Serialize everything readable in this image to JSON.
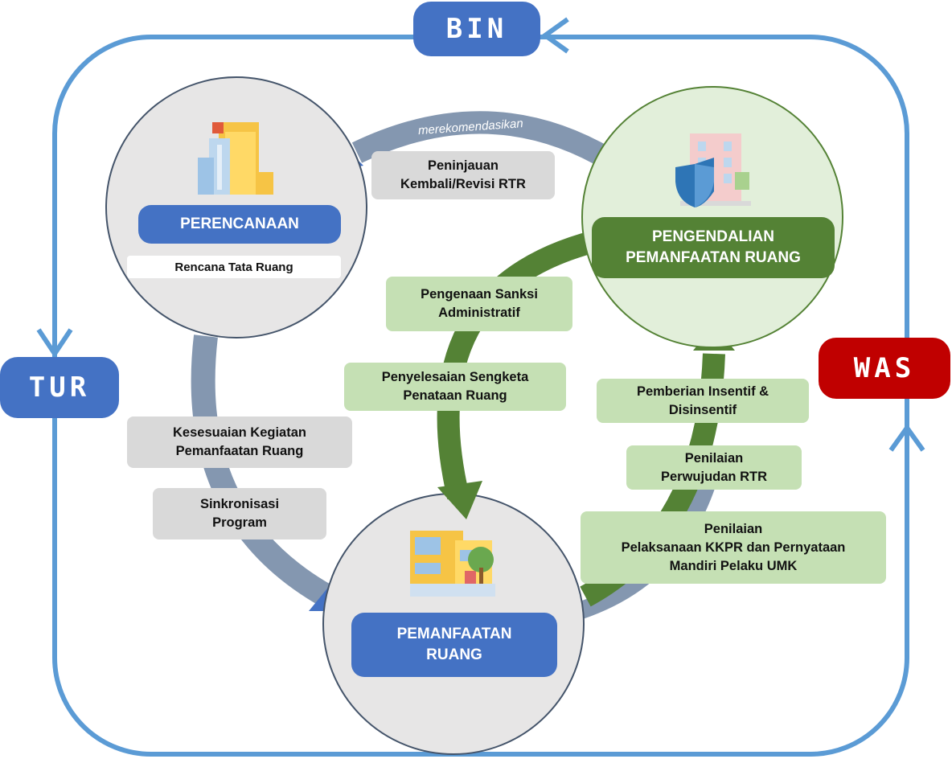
{
  "tags": {
    "bin": "BIN",
    "tur": "TUR",
    "was": "WAS"
  },
  "nodes": {
    "perencanaan": {
      "title": "PERENCANAAN",
      "subtitle": "Rencana Tata Ruang"
    },
    "pengendalian": {
      "title": "PENGENDALIAN\nPEMANFAATAN RUANG"
    },
    "pemanfaatan": {
      "title": "PEMANFAATAN\nRUANG"
    }
  },
  "arrow_label": "merekomendasikan",
  "gray_boxes": {
    "peninjauan": "Peninjauan\nKembali/Revisi  RTR",
    "kesesuaian": "Kesesuaian Kegiatan\nPemanfaatan Ruang",
    "sinkronisasi": "Sinkronisasi\nProgram"
  },
  "green_boxes": {
    "sanksi": "Pengenaan Sanksi\nAdministratif",
    "sengketa": "Penyelesaian Sengketa\nPenataan Ruang",
    "insentif": "Pemberian Insentif &\nDisinsentif",
    "penilaian_rtr": "Penilaian\nPerwujudan RTR",
    "penilaian_kkpr": "Penilaian\nPelaksanaan KKPR dan Pernyataan\nMandiri Pelaku UMK"
  },
  "colors": {
    "frame": "#5b9bd5",
    "blue": "#4472c4",
    "red": "#c00000",
    "darkgreen": "#548235",
    "graycircle": "#e7e6e6",
    "greencircle": "#e2efda",
    "slate": "#8497b0"
  }
}
